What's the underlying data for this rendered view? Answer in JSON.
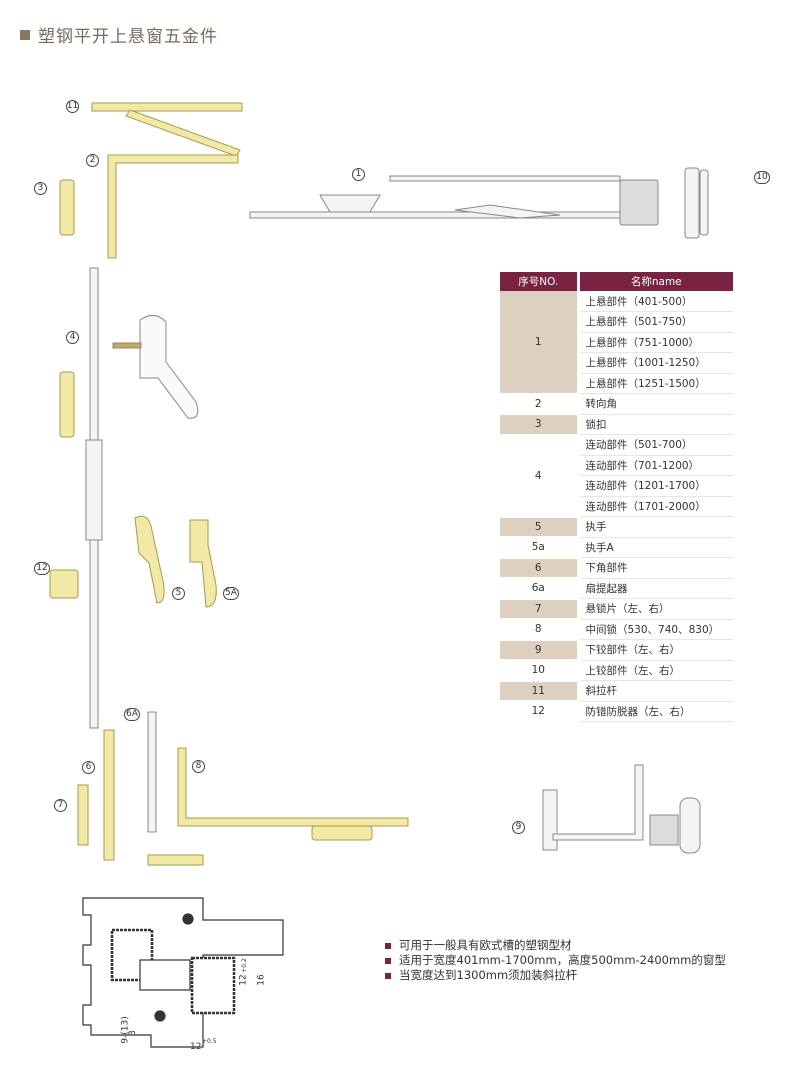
{
  "title": "塑钢平开上悬窗五金件",
  "callouts": {
    "c11": "11",
    "c2": "2",
    "c3": "3",
    "c1": "1",
    "c10": "10",
    "c4": "4",
    "c12": "12",
    "c5": "5",
    "c5a": "5A",
    "c6a": "6A",
    "c6": "6",
    "c8": "8",
    "c7": "7",
    "c9": "9"
  },
  "table": {
    "headers": [
      "序号NO.",
      "名称name"
    ],
    "rows": [
      {
        "no": "1",
        "names": [
          "上悬部件（401-500）",
          "上悬部件（501-750）",
          "上悬部件（751-1000）",
          "上悬部件（1001-1250）",
          "上悬部件（1251-1500）"
        ],
        "shaded": true
      },
      {
        "no": "2",
        "names": [
          "转向角"
        ],
        "shaded": false
      },
      {
        "no": "3",
        "names": [
          "锁扣"
        ],
        "shaded": true
      },
      {
        "no": "4",
        "names": [
          "连动部件（501-700）",
          "连动部件（701-1200）",
          "连动部件（1201-1700）",
          "连动部件（1701-2000）"
        ],
        "shaded": false
      },
      {
        "no": "5",
        "names": [
          "执手"
        ],
        "shaded": true
      },
      {
        "no": "5a",
        "names": [
          "执手A"
        ],
        "shaded": false
      },
      {
        "no": "6",
        "names": [
          "下角部件"
        ],
        "shaded": true
      },
      {
        "no": "6a",
        "names": [
          "扇提起器"
        ],
        "shaded": false
      },
      {
        "no": "7",
        "names": [
          "悬锁片（左、右）"
        ],
        "shaded": true
      },
      {
        "no": "8",
        "names": [
          "中间锁（530、740、830）"
        ],
        "shaded": false
      },
      {
        "no": "9",
        "names": [
          "下铰部件（左、右）"
        ],
        "shaded": true
      },
      {
        "no": "10",
        "names": [
          "上铰部件（左、右）"
        ],
        "shaded": false
      },
      {
        "no": "11",
        "names": [
          "斜拉杆"
        ],
        "shaded": true
      },
      {
        "no": "12",
        "names": [
          "防错防脱器（左、右）"
        ],
        "shaded": false
      }
    ]
  },
  "bullets": [
    "可用于一般具有欧式槽的塑钢型材",
    "适用于宽度401mm-1700mm，高度500mm-2400mm的窗型",
    "当宽度达到1300mm须加装斜拉杆"
  ],
  "dimensions": {
    "d1": "12",
    "d2": "16",
    "d3": "9-(13)",
    "d4": "3",
    "d5": "12",
    "tol": "+0.2",
    "tol2": "+0.5"
  },
  "colors": {
    "accent": "#7a2242",
    "shade": "#ddd0c1",
    "brass": "#efe39a"
  }
}
